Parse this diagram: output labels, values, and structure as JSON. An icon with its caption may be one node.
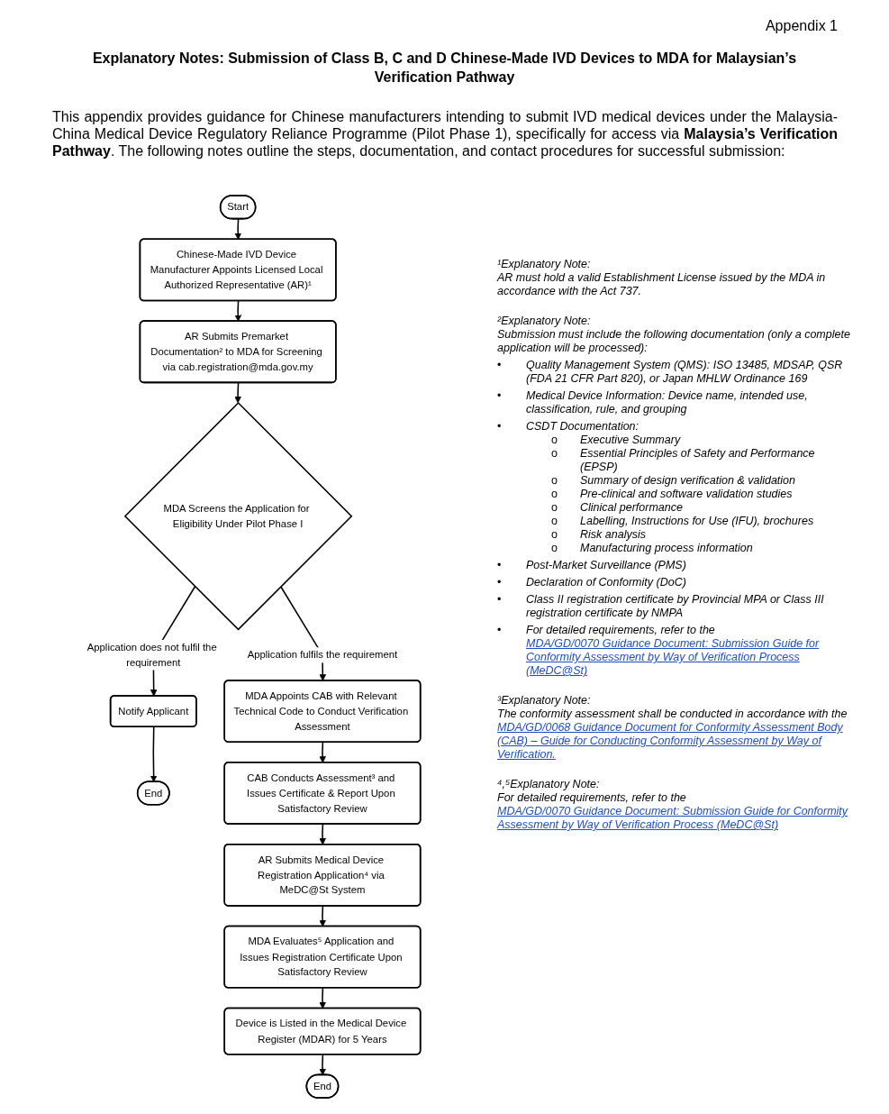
{
  "diagram": {
    "title": "Explanatory Notes: Submission of Class B, C and D Chinese-Made IVD Devices to MDA for Malaysian’s Verification Pathway",
    "nodes": [
      {
        "text": [
          "Start"
        ]
      },
      {
        "text": [
          "Chinese-Made IVD Device Manufacturer Appoints Licensed Local Authorized Representative (AR)¹"
        ]
      },
      {
        "text": [
          "AR Submits Premarket Documentation² to MDA for Screening via cab.registration@mda.gov.my"
        ]
      },
      {
        "text": [
          "MDA Screens the Application for Eligibility Under Pilot Phase I"
        ]
      },
      {
        "text": [
          "Notify Applicant"
        ]
      },
      {
        "text": [
          "End"
        ]
      },
      {
        "text": [
          "MDA Appoints CAB with Relevant Technical Code to Conduct Verification Assessment"
        ]
      },
      {
        "text": [
          "CAB Conducts Assessment³ and Issues Certificate & Report Upon Satisfactory Review"
        ]
      },
      {
        "text": [
          "AR Submits Medical Device Registration Application⁴ via MeDC@St System"
        ]
      },
      {
        "text": [
          "MDA Evaluates⁵ Application and Issues Registration Certificate Upon Satisfactory Review"
        ]
      },
      {
        "text": [
          "Device is Listed in the Medical Device Register (MDAR) for 5 Years"
        ]
      },
      {
        "text": [
          "End"
        ]
      }
    ],
    "edges": [
      {
        "from": 0,
        "to": 1,
        "arrow": "to"
      },
      {
        "from": 1,
        "to": 2,
        "arrow": "to"
      },
      {
        "from": 2,
        "to": 3,
        "arrow": "to"
      },
      {
        "from": 3,
        "to": 4,
        "arrow": "to",
        "label": "Application does not fulfil the requirement"
      },
      {
        "from": 4,
        "to": 5,
        "arrow": "to"
      },
      {
        "from": 3,
        "to": 6,
        "arrow": "to",
        "label": "Application fulfils the requirement"
      },
      {
        "from": 6,
        "to": 7,
        "arrow": "to"
      },
      {
        "from": 7,
        "to": 8,
        "arrow": "to"
      },
      {
        "from": 8,
        "to": 9,
        "arrow": "to"
      },
      {
        "from": 9,
        "to": 10,
        "arrow": "to"
      },
      {
        "from": 10,
        "to": 11,
        "arrow": "to"
      }
    ],
    "labels": [
      "Appendix 1",
      "This appendix provides guidance for Chinese manufacturers intending to submit IVD medical devices under the Malaysia-China Medical Device Regulatory Reliance Programme (Pilot Phase 1), specifically for access via **Malaysia’s Verification Pathway**. The following notes outline the steps, documentation, and contact procedures for successful submission:",
      "¹Explanatory Note:",
      "AR must hold a valid Establishment License issued by the MDA in accordance with the Act 737.",
      "²Explanatory Note:",
      "Submission must include the following documentation (only a complete application will be processed):",
      "•",
      "Quality Management System (QMS): ISO 13485, MDSAP, QSR (FDA 21 CFR Part 820), or Japan MHLW Ordinance 169",
      "•",
      "Medical Device Information: Device name, intended use, classification, rule, and grouping",
      "•",
      "CSDT Documentation:",
      "o",
      "Executive Summary",
      "o",
      "Essential Principles of Safety and Performance (EPSP)",
      "o",
      "Summary of design verification & validation",
      "o",
      "Pre-clinical and software validation studies",
      "o",
      "Clinical performance",
      "o",
      "Labelling, Instructions for Use (IFU), brochures",
      "o",
      "Risk analysis",
      "o",
      "Manufacturing process information",
      "•",
      "Post-Market Surveillance (PMS)",
      "•",
      "Declaration of Conformity (DoC)",
      "•",
      "Class II registration certificate by Provincial MPA or Class III registration certificate by NMPA",
      "•",
      "For detailed requirements, refer to the",
      "MDA/GD/0070 Guidance Document: Submission Guide for Conformity Assessment by Way of Verification Process (MeDC@St)",
      "³Explanatory Note:",
      "The conformity assessment shall be conducted in accordance with the",
      "MDA/GD/0068 Guidance Document for Conformity Assessment Body (CAB) – Guide for Conducting Conformity Assessment by Way of Verification.",
      "⁴,⁵Explanatory Note:",
      "For detailed requirements, refer to the",
      "MDA/GD/0070 Guidance Document: Submission Guide for Conformity Assessment by Way of Verification Process (MeDC@St)"
    ]
  }
}
